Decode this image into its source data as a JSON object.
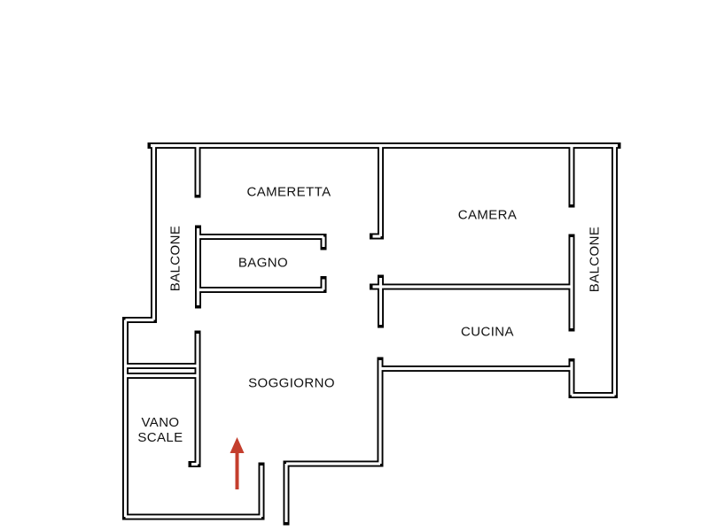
{
  "floorplan": {
    "background": "#ffffff",
    "wall_color": "#000000",
    "rooms": {
      "cameretta": "CAMERETTA",
      "camera": "CAMERA",
      "bagno": "BAGNO",
      "cucina": "CUCINA",
      "soggiorno": "SOGGIORNO",
      "vano_scale": "VANO SCALE",
      "balcone_left": "BALCONE",
      "balcone_right": "BALCONE"
    },
    "entrance_arrow": {
      "direction": "up",
      "color": "#c43e2d"
    }
  }
}
